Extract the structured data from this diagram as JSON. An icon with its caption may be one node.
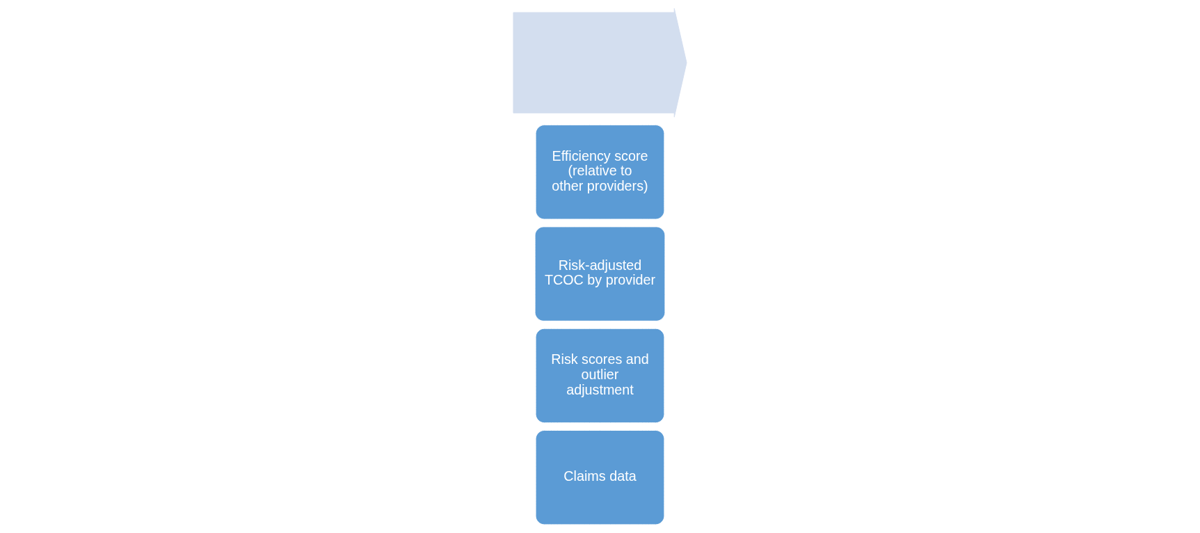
{
  "diagram": {
    "nodes": [
      {
        "text": [
          "Claims data"
        ]
      },
      {
        "text": [
          "Risk scores and outlier adjustment"
        ]
      },
      {
        "text": [
          "Risk-adjusted TCOC by provider"
        ]
      },
      {
        "text": [
          "Efficiency score (relative to other providers)"
        ]
      },
      {
        "text": [],
        "shape": "arrow"
      }
    ]
  }
}
